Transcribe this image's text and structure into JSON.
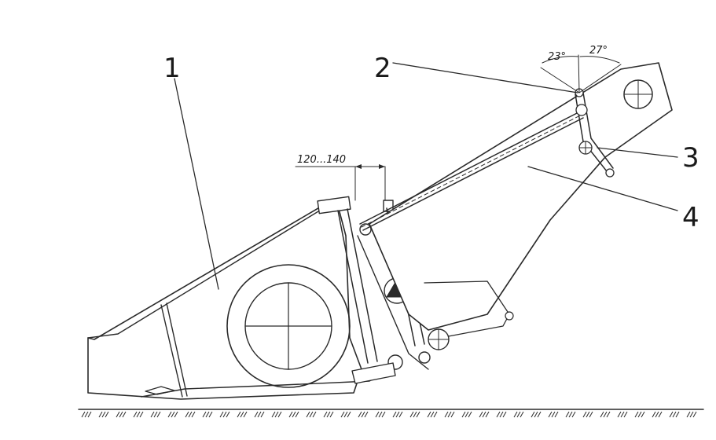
{
  "callouts": [
    {
      "number": "1",
      "label_text": "1"
    },
    {
      "number": "2",
      "label_text": "2"
    },
    {
      "number": "3",
      "label_text": "3"
    },
    {
      "number": "4",
      "label_text": "4"
    }
  ],
  "dimension": {
    "text": "120...140"
  },
  "angles": {
    "left": "23°",
    "right": "27°"
  },
  "colors": {
    "ink": "#2a2a2a",
    "background": "#ffffff"
  }
}
